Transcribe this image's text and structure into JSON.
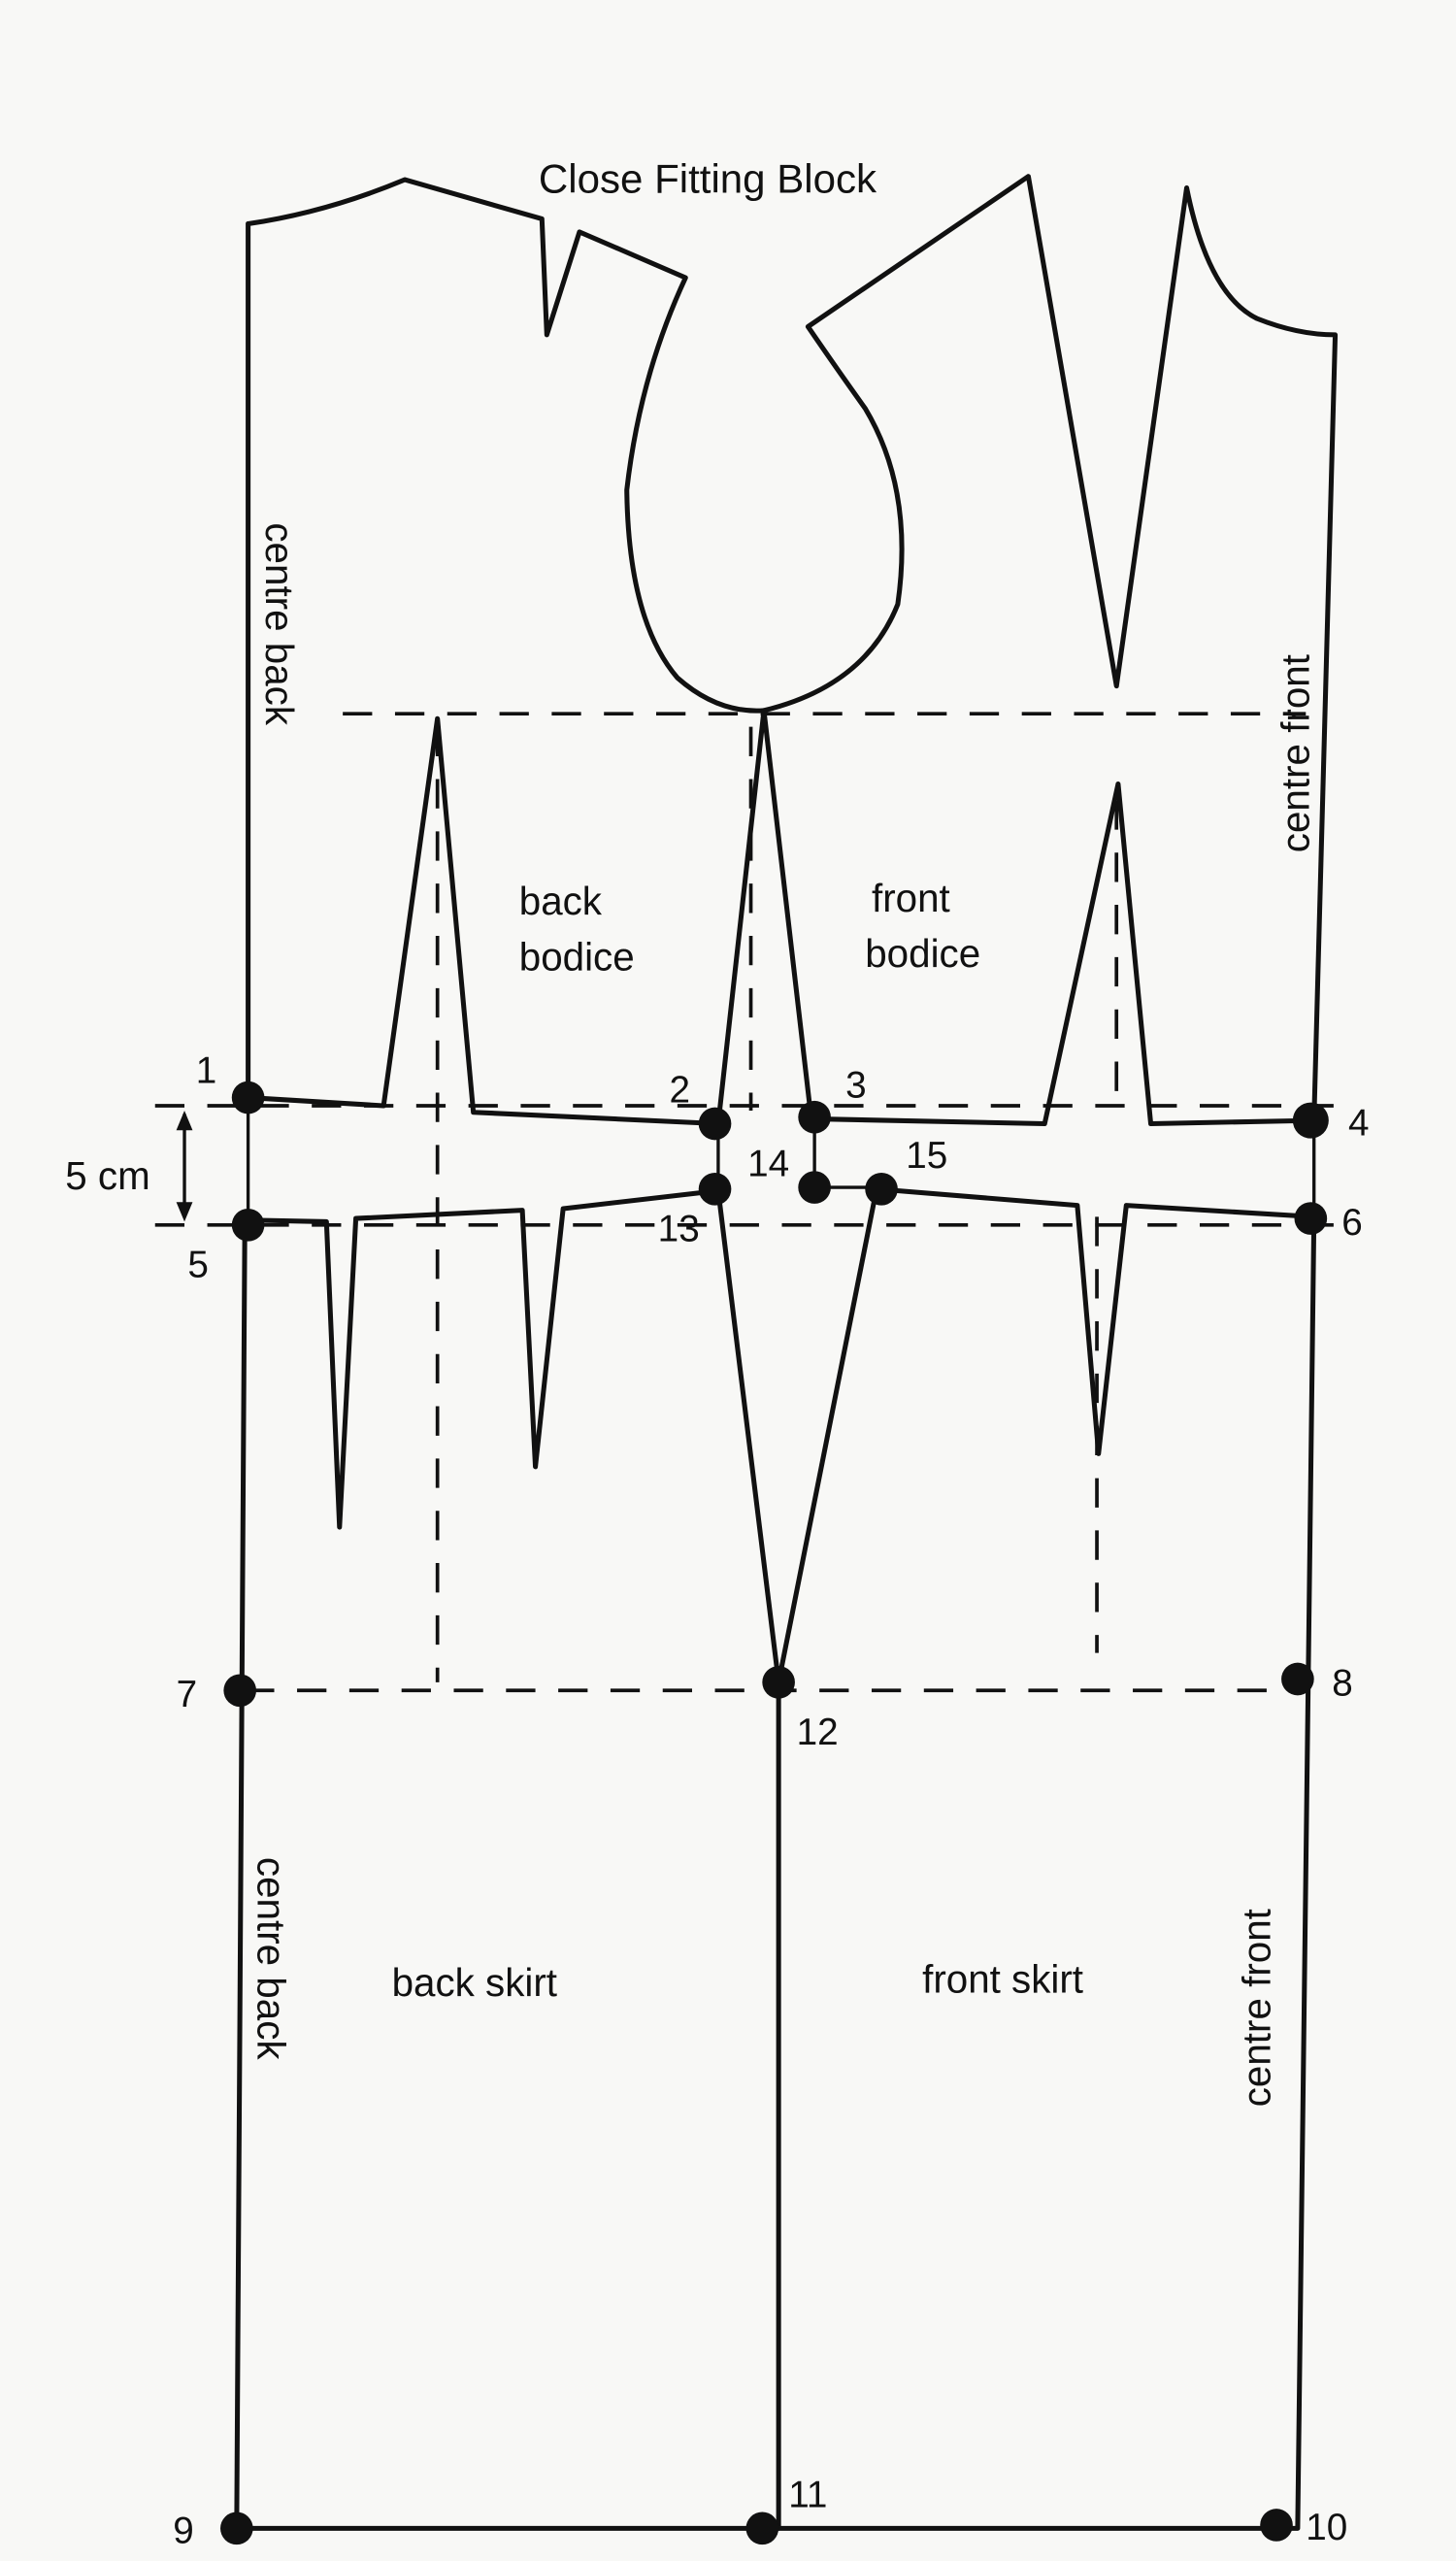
{
  "title": "Close Fitting Block",
  "pieces": {
    "back_bodice": [
      "back",
      "bodice"
    ],
    "front_bodice": [
      "front",
      "bodice"
    ],
    "back_skirt": "back skirt",
    "front_skirt": "front skirt"
  },
  "edges": {
    "centre_back_top": "centre back",
    "centre_front_top": "centre front",
    "centre_back_bottom": "centre back",
    "centre_front_bottom": "centre front"
  },
  "measurement": "5 cm",
  "points": [
    "1",
    "2",
    "3",
    "4",
    "5",
    "6",
    "7",
    "8",
    "9",
    "10",
    "11",
    "12",
    "13",
    "14",
    "15"
  ]
}
